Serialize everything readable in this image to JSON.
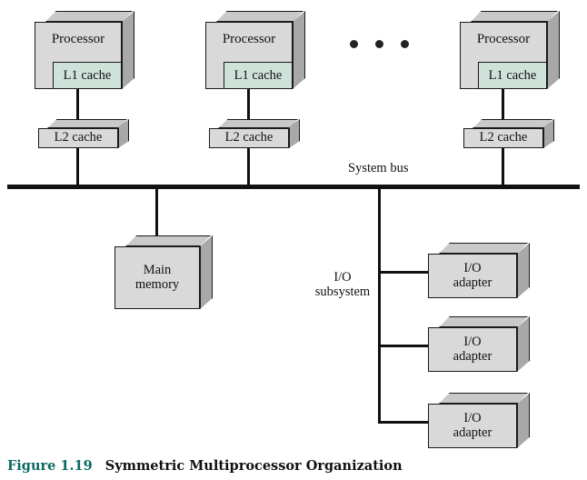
{
  "figure": {
    "number_label": "Figure 1.19",
    "title": "Symmetric Multiprocessor Organization"
  },
  "diagram": {
    "bus_label": "System bus",
    "io_subsystem_label_line1": "I/O",
    "io_subsystem_label_line2": "subsystem",
    "ellipsis": "• • •",
    "processors": [
      {
        "title": "Processor",
        "cache_l1": "L1 cache",
        "cache_l2": "L2 cache"
      },
      {
        "title": "Processor",
        "cache_l1": "L1 cache",
        "cache_l2": "L2 cache"
      },
      {
        "title": "Processor",
        "cache_l1": "L1 cache",
        "cache_l2": "L2 cache"
      }
    ],
    "main_memory": {
      "line1": "Main",
      "line2": "memory"
    },
    "io_adapters": [
      {
        "line1": "I/O",
        "line2": "adapter"
      },
      {
        "line1": "I/O",
        "line2": "adapter"
      },
      {
        "line1": "I/O",
        "line2": "adapter"
      }
    ],
    "colors": {
      "box_fill": "#d9d9d9",
      "box_top": "#c9c9c9",
      "box_side": "#a8a8a8",
      "l1_cache_fill": "#cfe2da",
      "outline": "#1a1a1a",
      "wire": "#111111",
      "figure_number": "#0b6b62",
      "figure_title": "#111111",
      "background": "#ffffff"
    }
  }
}
